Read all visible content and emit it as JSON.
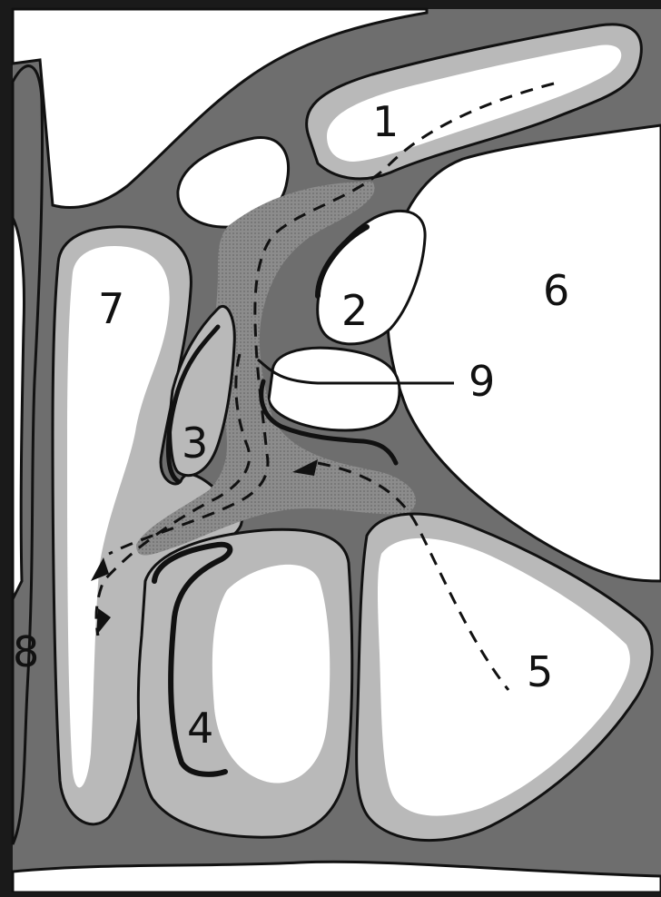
{
  "diagram": {
    "labels": {
      "l1": "1",
      "l2": "2",
      "l3": "3",
      "l4": "4",
      "l5": "5",
      "l6": "6",
      "l7": "7",
      "l8": "8",
      "l9": "9"
    }
  },
  "colors": {
    "frame": "#1a1a1a",
    "bone": "#6e6e6e",
    "mucosa": "#b9b9b9",
    "cavity": "#ffffff",
    "outline": "#111111",
    "drainage": "#8a8a8a"
  }
}
